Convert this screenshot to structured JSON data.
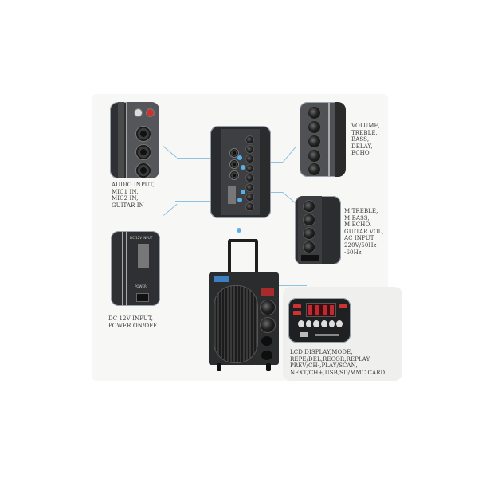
{
  "product": "Trolley speaker feature diagram",
  "callouts": {
    "audio_input": {
      "label": "AUDIO INPUT,\nMIC1 IN,\nMIC2 IN,\nGUITAR IN"
    },
    "dc_input": {
      "label": "DC 12V INPUT,\nPOWER ON/OFF",
      "panel_text": "DC 12V INPUT",
      "power_text": "POWER"
    },
    "volume": {
      "label": "VOLUME,\nTREBLE,\nBASS,\nDELAY,\nECHO"
    },
    "mic_controls": {
      "label": "M.TREBLE,\nM.BASS,\nM.ECHO,\nGUITAR.VOL,\nAC INPUT\n220V/50Hz\n-60Hz"
    },
    "lcd": {
      "label": "LCD DISPLAY,MODE,\nREPE/DEL,RECOR,REPLAY,\nPREV/CH-,PLAY/SCAN,\nNEXT/CH+,USB,SD/MMC CARD"
    }
  },
  "colors": {
    "accent_line": "#8fc1e0",
    "panel": "#2f3033",
    "lcd_red": "#e0303a",
    "backdrop": "#f7f7f6"
  }
}
